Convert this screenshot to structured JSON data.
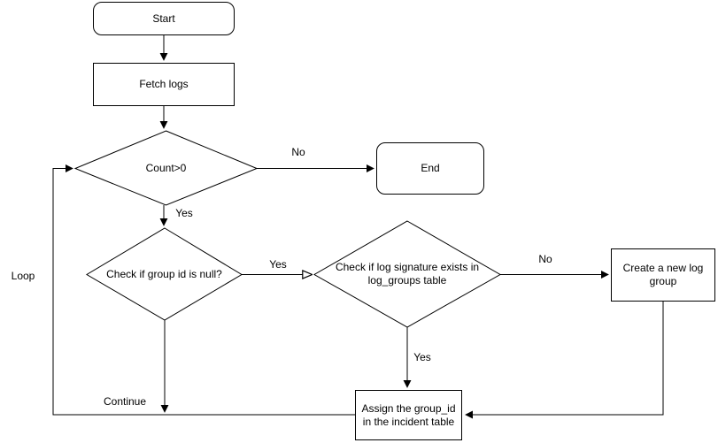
{
  "diagram": {
    "background_color": "#ffffff",
    "stroke_color": "#000000",
    "text_color": "#000000",
    "nodes": {
      "start": {
        "label": "Start",
        "shape": "rounded-rectangle"
      },
      "fetch_logs": {
        "label": "Fetch logs",
        "shape": "rectangle"
      },
      "count_check": {
        "label": "Count>0",
        "shape": "diamond"
      },
      "end": {
        "label": "End",
        "shape": "rounded-rectangle"
      },
      "group_id_null_check": {
        "label": "Check if group id is null?",
        "shape": "diamond"
      },
      "log_signature_check": {
        "label": "Check if log signature exists in log_groups table",
        "shape": "diamond"
      },
      "create_log_group": {
        "label": "Create a new log group",
        "shape": "rectangle"
      },
      "assign_group_id": {
        "label": "Assign the group_id in the incident table",
        "shape": "rectangle"
      }
    },
    "edge_labels": {
      "count_no": "No",
      "count_yes": "Yes",
      "null_check_yes": "Yes",
      "signature_no": "No",
      "signature_yes": "Yes",
      "loop": "Loop",
      "continue": "Continue"
    }
  }
}
